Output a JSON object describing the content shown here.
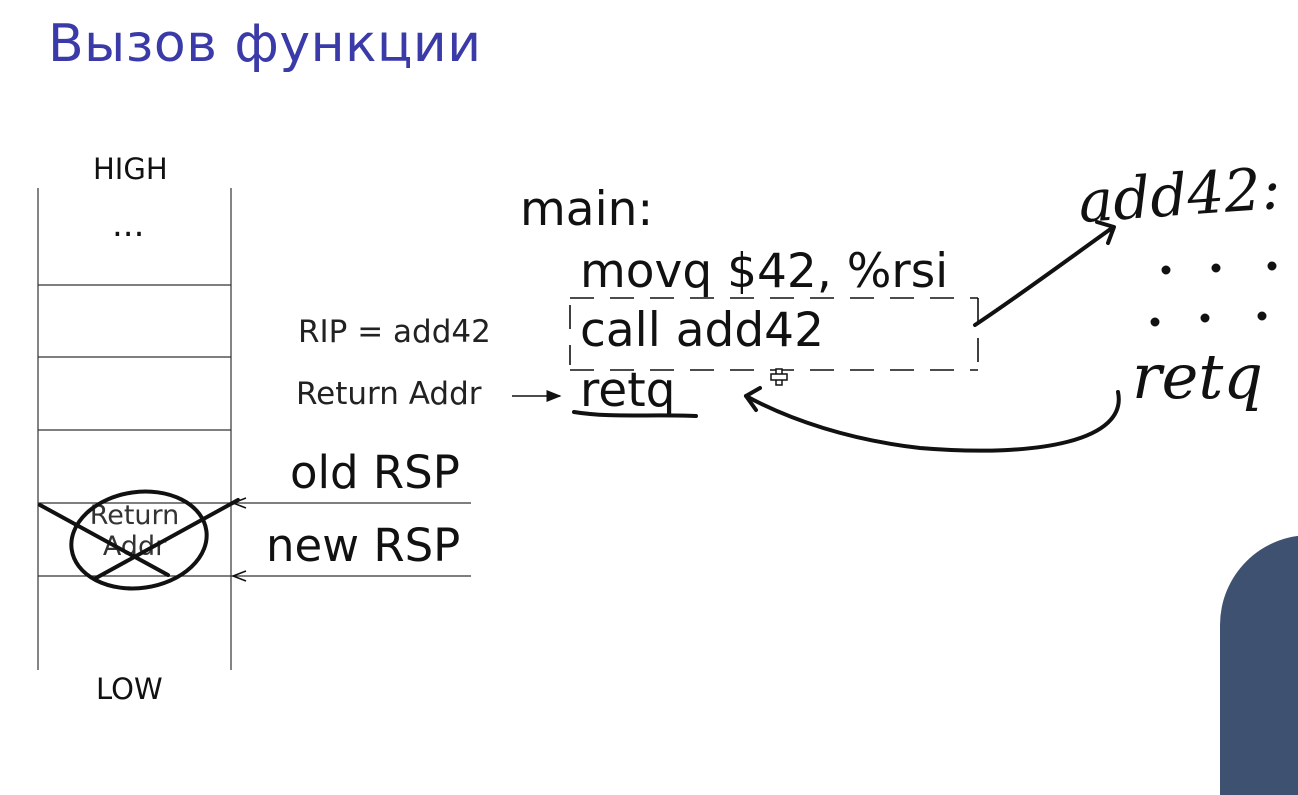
{
  "slide": {
    "title": "Вызов функции"
  },
  "stack": {
    "high_label": "HIGH",
    "low_label": "LOW",
    "ellipsis": "...",
    "return_cell_line1": "Return",
    "return_cell_line2": "Addr",
    "old_rsp_label": "old RSP",
    "new_rsp_label": "new RSP"
  },
  "annotations": {
    "rip_label": "RIP = add42",
    "return_addr_label": "Return Addr"
  },
  "code": {
    "label": "main:",
    "lines": [
      "movq $42, %rsi",
      "call add42",
      "retq"
    ]
  },
  "handwriting": {
    "function_label": "add42:",
    "ret_label": "retq"
  },
  "colors": {
    "title": "#3a3aa8",
    "ink": "#111111",
    "presenter_shirt": "#3f5170"
  }
}
